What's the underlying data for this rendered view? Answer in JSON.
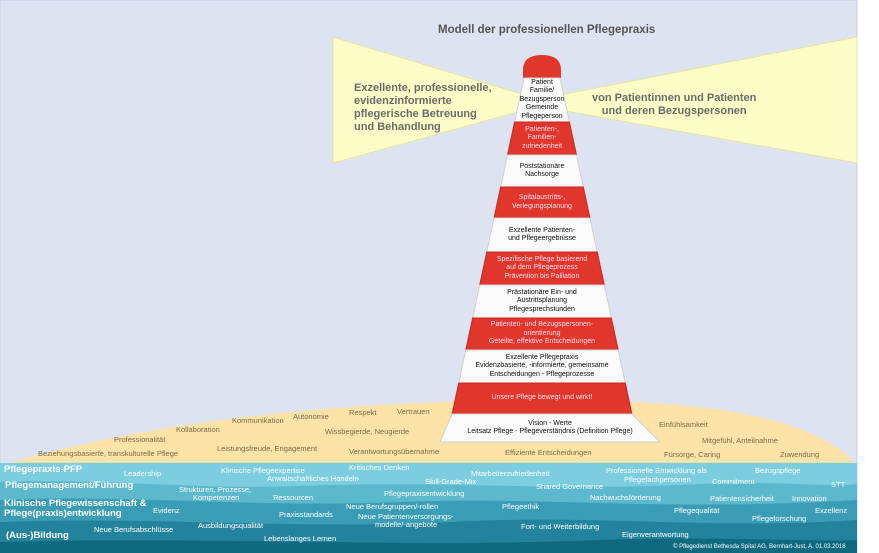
{
  "title": "Modell der professionellen Pflegepraxis",
  "beam_left": [
    "Exzellente, professionelle,",
    "evidenzinformierte",
    "pflegerische Betreuung",
    "und Behandlung"
  ],
  "beam_right": [
    "von Patientinnen und Patienten",
    "und deren Bezugspersonen"
  ],
  "lighthouse": [
    [
      "Patient",
      "Familie/",
      "Bezugsperson",
      "Gemeinde",
      "Pflegeperson"
    ],
    [
      "Patienten-,",
      "Familien-",
      "zufriedenheit"
    ],
    [
      "Poststationäre",
      "Nachsorge"
    ],
    [
      "Spitalaustritts-,",
      "Verlegungsplanung"
    ],
    [
      "Exzellente Patienten-",
      "und Pflegeergebnisse"
    ],
    [
      "Spezifische Pflege basierend",
      "auf dem Pflegeprozess",
      "Prävention bis Palliation"
    ],
    [
      "Prästationäre Ein- und",
      "Austrittsplanung",
      "Pflegesprechstunden"
    ],
    [
      "Patienten- und Bezugspersonen-",
      "orientierung",
      "Geteilte, effektive Entscheidungen"
    ],
    [
      "Exzellente Pflegepraxis",
      "Evidenzbasierte, -informierte, gemeinsame",
      "Entscheidungen - Pflegeprozesse"
    ],
    [
      "Unsere Pflege bewegt und wirkt!"
    ],
    [
      "Vision - Werte",
      "Leitsatz Pflege - Pflegeverständnis (Definition Pflege)"
    ]
  ],
  "values": [
    "Kommunikation",
    "Autonomie",
    "Respekt",
    "Vertrauen",
    "Kollaboration",
    "Wissbegierde, Neugierde",
    "Professionalität",
    "Leistungsfreude, Engagement",
    "Beziehungsbasierte, transkulturelle Pflege",
    "Verantwortungsübernahme",
    "Einfühlsamkeit",
    "Mitgefühl, Anteilnahme",
    "Effiziente Entscheidungen",
    "Fürsorge, Caring",
    "Zuwendung"
  ],
  "pillars": [
    "Pflegepraxis-PFP",
    "Pflegemanagement/Führung",
    "Klinische Pflegewissenschaft &",
    "Pflege(praxis)entwicklung",
    "(Aus-)Bildung"
  ],
  "topics": [
    "Leadership",
    "Klinische Pflegeexpertise",
    "Kritisches Denken",
    "Anwaltschaftliches Handeln",
    "Skill-Grade-Mix",
    "Mitarbeiterzufriedenheit",
    "Professionelle Entwicklung als",
    "Pflegefachpersonen",
    "Bezugspflege",
    "Commitment",
    "STT",
    "Strukturen, Prozesse,",
    "Kompetenzen",
    "Ressourcen",
    "Pflegepraxisentwicklung",
    "Shared Governance",
    "Nachwuchsförderung",
    "Patientensicherheit",
    "Innovation",
    "Evidenz",
    "Praxisstandards",
    "Neue Berufsgruppen/-rollen",
    "Neue Patientenversorgungs-",
    "modelle/-angebote",
    "Pflegeethik",
    "Pflegequalität",
    "Exzellenz",
    "Pflegeforschung",
    "Neue Berufsabschlüsse",
    "Ausbildungsqualität",
    "Lebenslanges Lernen",
    "Fort- und Weiterbildung",
    "Eigenverantwortung"
  ],
  "copyright": "© Pflegedienst Bethesda Spital AG, Bernhart-Just, A. 01.03.2018",
  "colors": {
    "bg": "#dde3f0",
    "beam": "#fdfdc8",
    "red": "#e0362c",
    "sand": "#fde3a8",
    "water1": "#7ccde0",
    "water4": "#0f6a80"
  }
}
